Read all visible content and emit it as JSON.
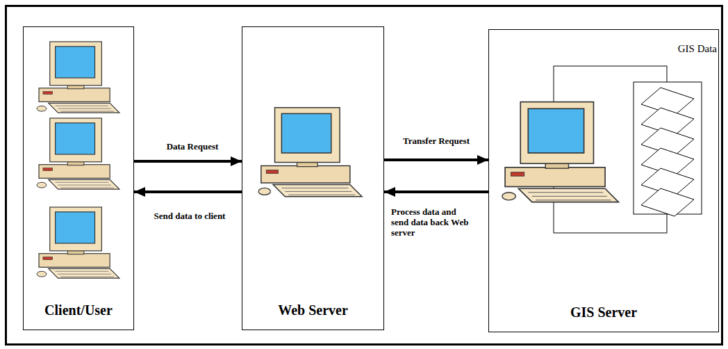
{
  "diagram": {
    "nodes": [
      {
        "text": [
          "Client/User"
        ]
      },
      {
        "text": [
          "Web Server"
        ]
      },
      {
        "text": [
          "GIS Server"
        ]
      }
    ],
    "edges": [
      {
        "from": 0,
        "to": 1,
        "arrow": "to",
        "label": "Data Request"
      },
      {
        "from": 1,
        "to": 0,
        "arrow": "to",
        "label": "Send data to client"
      },
      {
        "from": 1,
        "to": 2,
        "arrow": "to",
        "label": "Transfer Request"
      },
      {
        "from": 2,
        "to": 1,
        "arrow": "to",
        "label": "Process data and send data back Web server"
      }
    ],
    "labels": [
      "GIS Data"
    ]
  }
}
